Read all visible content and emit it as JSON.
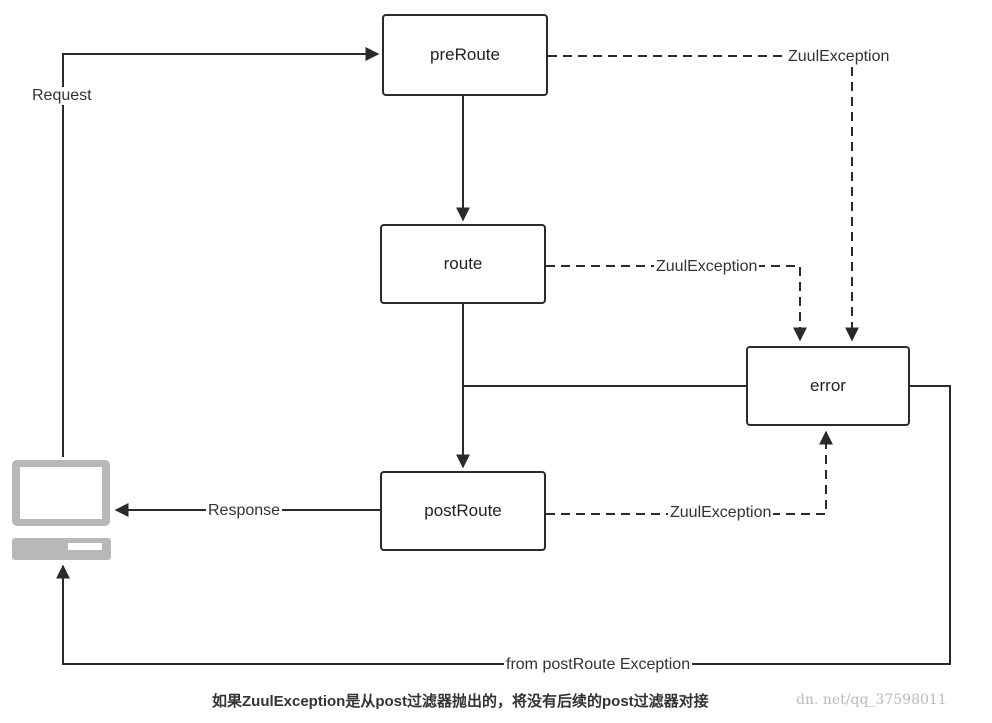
{
  "nodes": {
    "pre_route": "preRoute",
    "route": "route",
    "post_route": "postRoute",
    "error": "error"
  },
  "edges": {
    "request": "Request",
    "response": "Response",
    "zuul_exception_pre": "ZuulException",
    "zuul_exception_route": "ZuulException",
    "zuul_exception_post": "ZuulException",
    "from_post_route_exception": "from postRoute Exception"
  },
  "caption": "如果ZuulException是从post过滤器抛出的，将没有后续的post过滤器对接",
  "watermark": "dn. net/qq_37598011",
  "colors": {
    "line": "#2a2a2a",
    "laptop": "#b8b8b8"
  }
}
